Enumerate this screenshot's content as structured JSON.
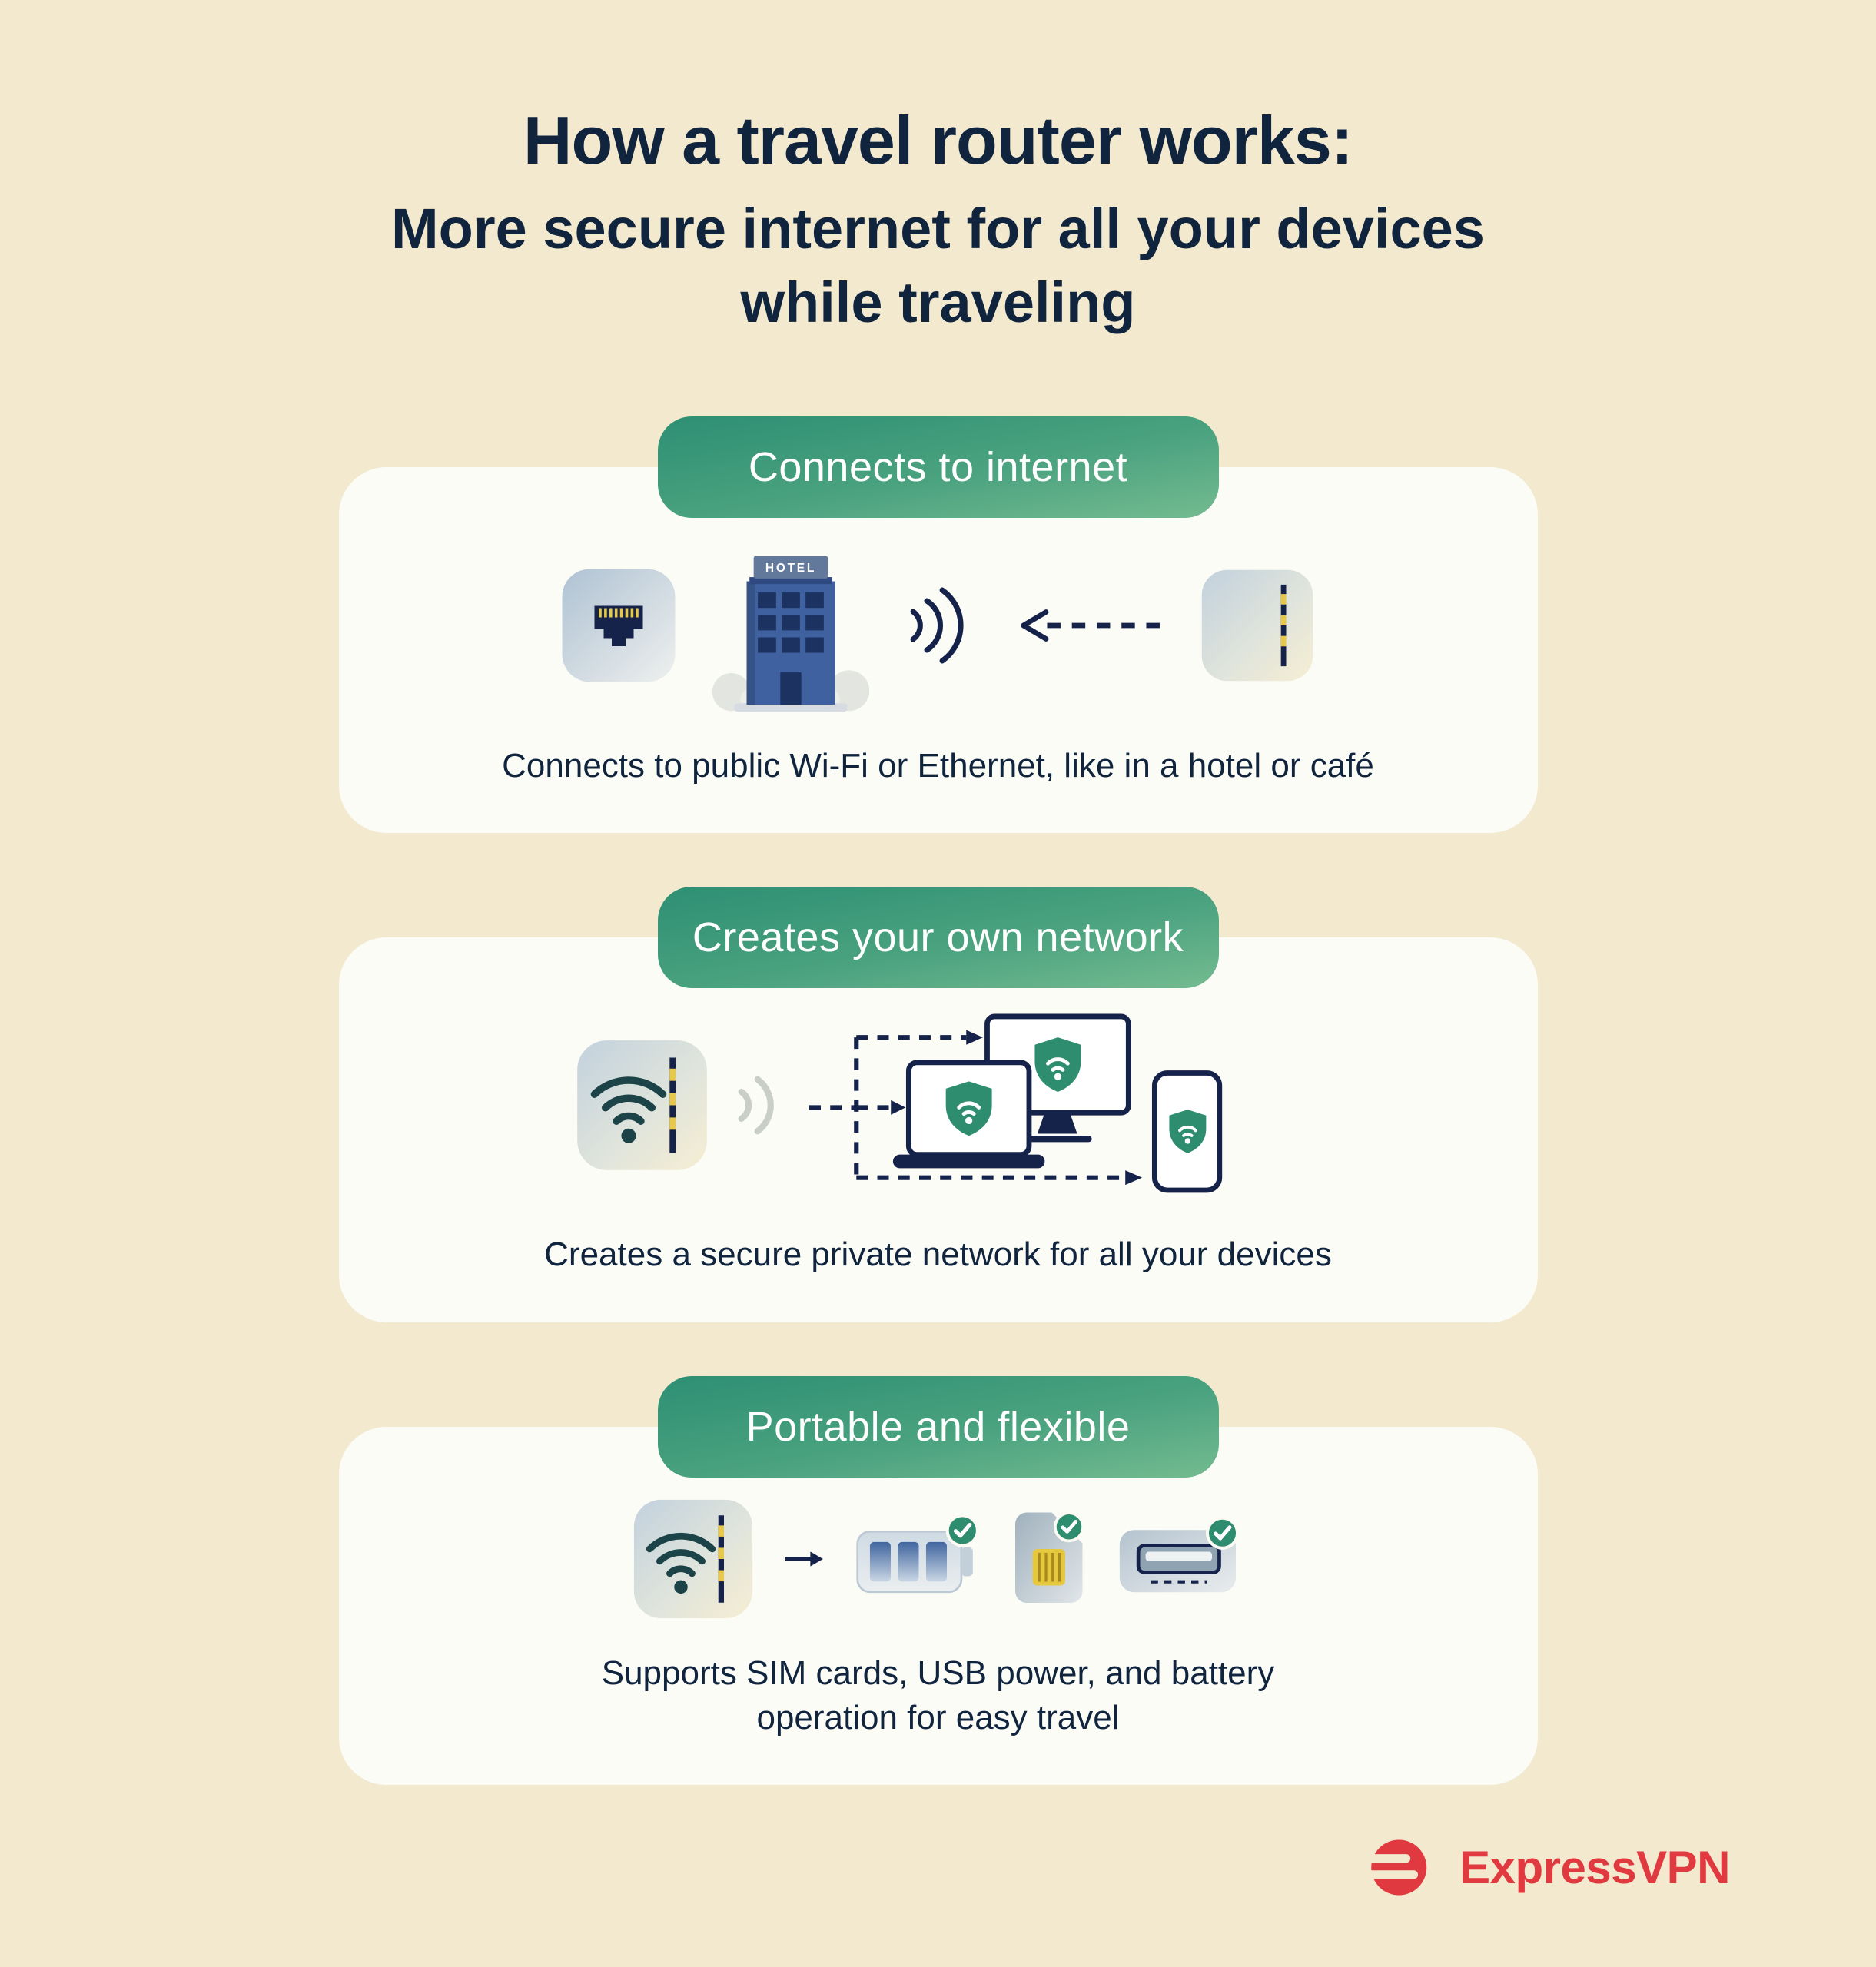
{
  "title": {
    "line1": "How a travel router works:",
    "line2": "More secure internet for all your devices while traveling"
  },
  "sections": [
    {
      "header": "Connects to internet",
      "hotel_sign": "HOTEL",
      "caption": "Connects to public Wi-Fi or Ethernet, like in a hotel or café"
    },
    {
      "header": "Creates your own network",
      "caption": "Creates a secure private network for all your devices"
    },
    {
      "header": "Portable and flexible",
      "caption": "Supports SIM cards, USB power, and battery operation for easy travel"
    }
  ],
  "footer": {
    "brand": "ExpressVPN"
  },
  "colors": {
    "background": "#f2e9cf",
    "card": "#fcfcf7",
    "pill_green_top": "#2d8f73",
    "pill_green_bottom": "#74bb90",
    "shield_green": "#2e8d6e",
    "navy": "#15224a",
    "accent_yellow": "#e7c84b",
    "brand_red": "#e0393f"
  }
}
